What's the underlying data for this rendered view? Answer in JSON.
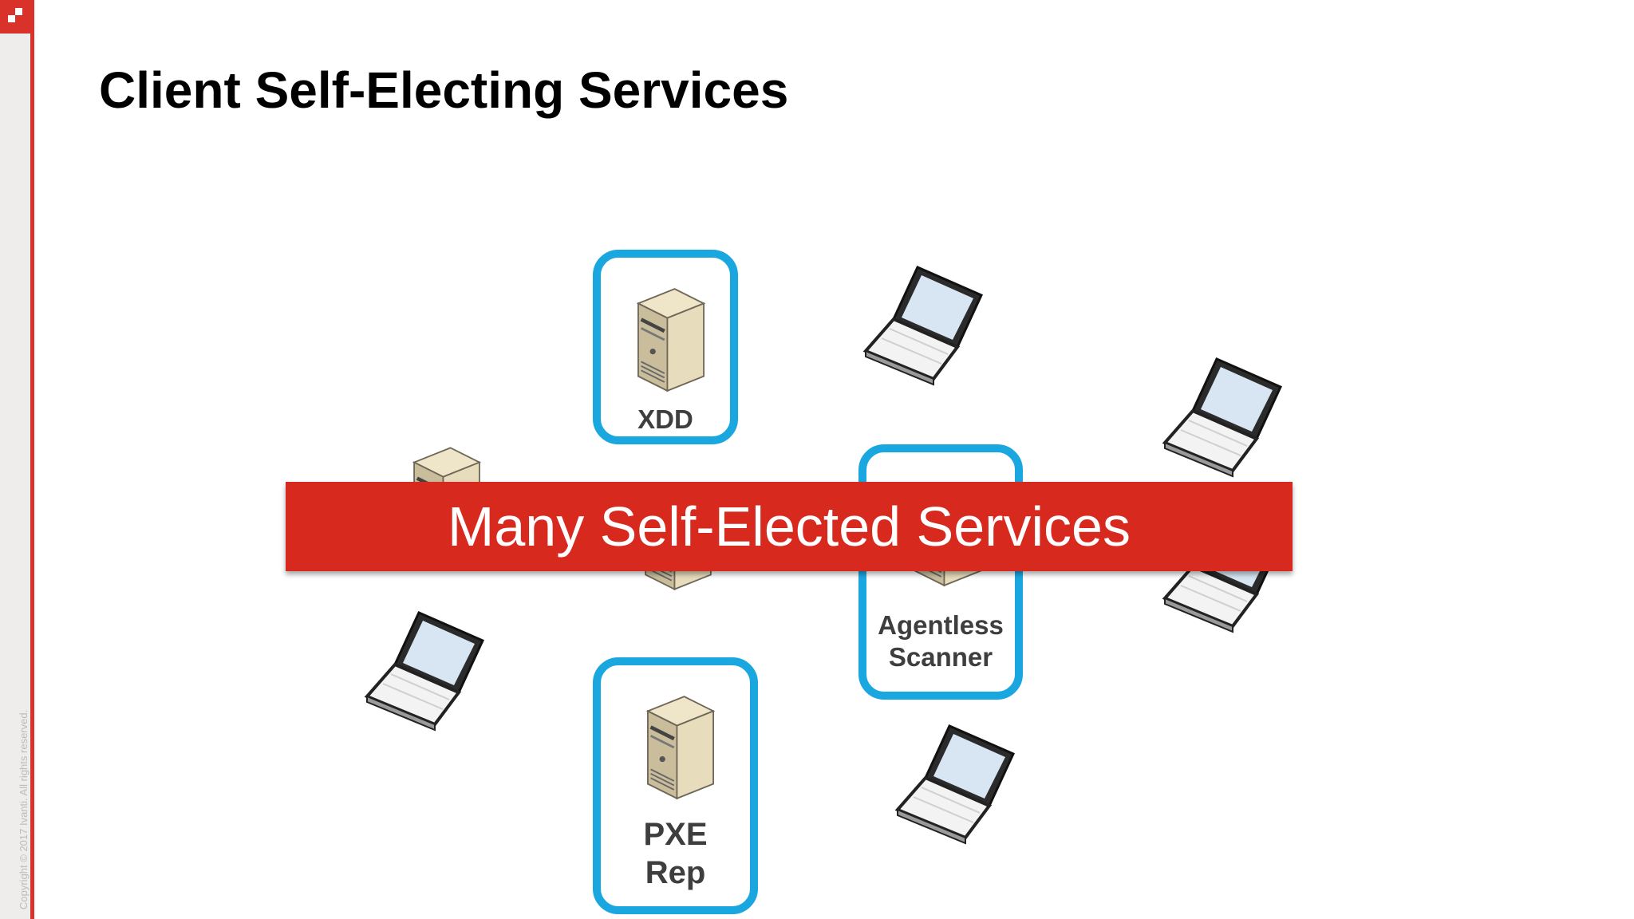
{
  "slide": {
    "title": "Client Self-Electing Services",
    "copyright": "Copyright © 2017 Ivanti. All rights reserved.",
    "banner": "Many Self-Elected Services"
  },
  "nodes": {
    "xdd": {
      "label": "XDD"
    },
    "agentless": {
      "line1": "Agentless",
      "line2": "Scanner"
    },
    "pxe": {
      "line1": "PXE",
      "line2": "Rep"
    }
  },
  "colors": {
    "accent_red": "#d8291f",
    "node_border": "#1aa7e0",
    "sidebar": "#eeedeb"
  },
  "icons": {
    "server": "server-icon",
    "laptop": "laptop-icon"
  }
}
